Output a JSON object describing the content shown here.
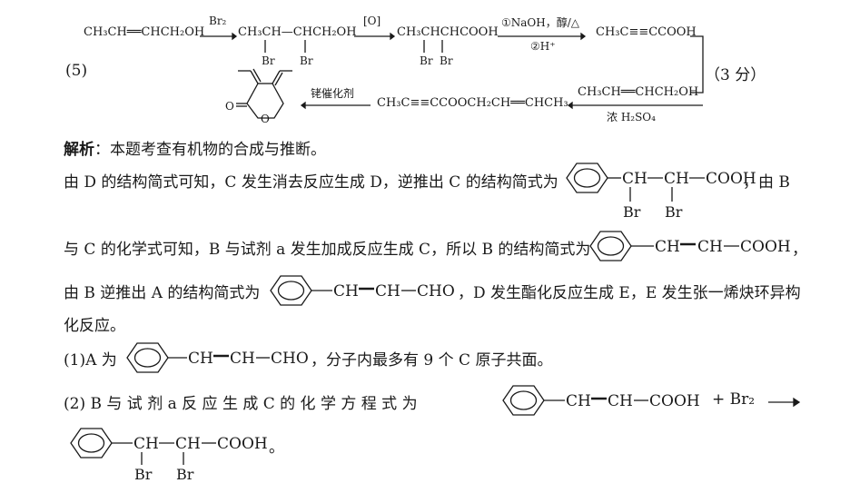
{
  "reaction": {
    "q_label": "(5)",
    "step1": {
      "start": "CH₃CH══CHCH₂OH",
      "reagent": "Br₂",
      "product": "CH₃CH—CHCH₂OH",
      "br1": "Br",
      "br2": "Br"
    },
    "step2": {
      "reagent": "[O]",
      "product": "CH₃CHCHCOOH",
      "br1": "Br",
      "br2": "Br"
    },
    "step3": {
      "reagent_top": "①NaOH，醇/△",
      "reagent_bottom": "②H⁺",
      "product": "CH₃C≡≡CCOOH"
    },
    "step4": {
      "alcohol": "CH₃CH══CHCH₂OH",
      "reagent": "浓 H₂SO₄",
      "product": "CH₃C≡≡CCOOCH₂CH══CHCH₃",
      "score": "（3 分）"
    },
    "step5": {
      "reagent": "铑催化剂",
      "ring_o1": "O",
      "ring_o2": "O"
    }
  },
  "analysis": {
    "label": "解析",
    "intro": "：本题考查有机物的合成与推断。",
    "p1_a": "由 D 的结构简式可知，C 发生消去反应生成 D，逆推出 C 的结构简式为",
    "p1_b": "，由 B",
    "p1_c": "与 C 的化学式可知，B 与试剂 a 发生加成反应生成 C，所以 B 的结构简式为",
    "p1_d": "，",
    "p1_e": "由 B 逆推出 A 的结构简式为",
    "p1_f": "，D 发生酯化反应生成 E，E 发生张一烯炔环异构",
    "p1_g": "化反应。",
    "q1_a": "(1)A 为",
    "q1_b": "，分子内最多有 9 个 C 原子共面。",
    "q2_a": "(2) B 与 试 剂 a 反 应 生 成 C 的 化 学 方 程 式 为",
    "q2_plus": "+ Br₂",
    "q2_end": "。"
  },
  "structures": {
    "c_acid": {
      "ch1": "CH",
      "ch2": "CH",
      "tail": "COOH",
      "br1": "Br",
      "br2": "Br"
    },
    "b_acid": {
      "ch1": "CH",
      "ch2": "CH",
      "tail": "COOH"
    },
    "a_ald": {
      "ch1": "CH",
      "ch2": "CH",
      "tail": "CHO"
    }
  }
}
